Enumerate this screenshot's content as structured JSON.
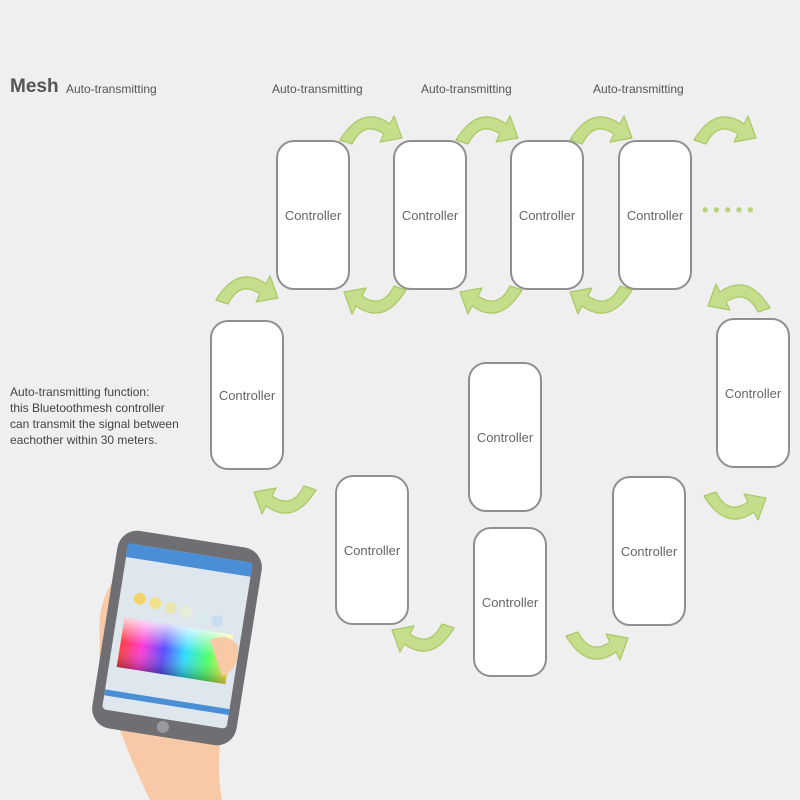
{
  "header": {
    "title": "Mesh",
    "subtitle": "Auto-transmitting"
  },
  "top_labels": [
    "Auto-transmitting",
    "Auto-transmitting",
    "Auto-transmitting"
  ],
  "info_lines": [
    "Auto-transmitting function:",
    "this Bluetoothmesh controller",
    "can transmit the signal between",
    "eachother within 30 meters."
  ],
  "controller_label": "Controller",
  "ellipsis": "•••••",
  "colors": {
    "arrow": "#c5de8c",
    "arrow_stroke": "#a9c866",
    "controller_border": "#8f8f8f"
  }
}
